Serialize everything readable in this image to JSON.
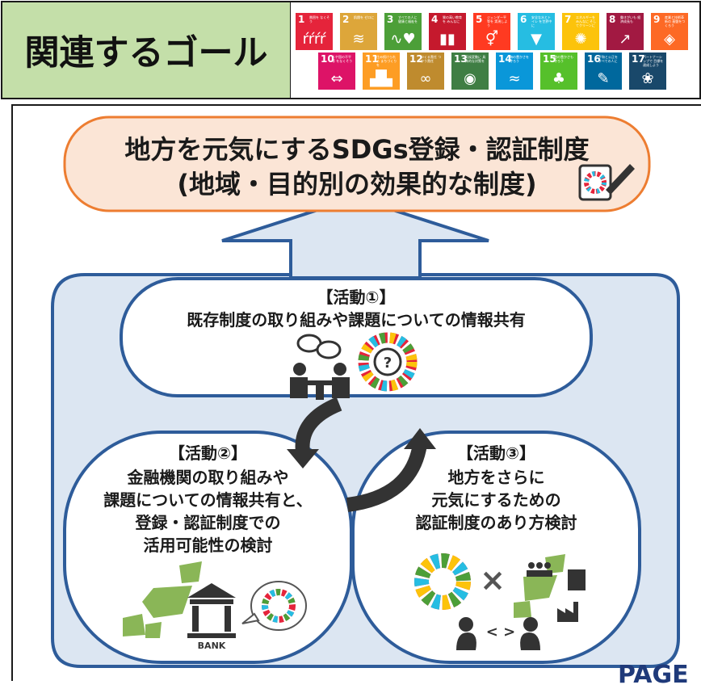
{
  "header": {
    "goal_label": "関連するゴール",
    "sdg_icons": [
      {
        "num": "1",
        "title": "貧困を なくそう",
        "color": "#e5243b",
        "glyph": "ŕŕŕŕ",
        "name": "sdg-1-icon"
      },
      {
        "num": "2",
        "title": "飢餓を ゼロに",
        "color": "#dda63a",
        "glyph": "≋",
        "name": "sdg-2-icon"
      },
      {
        "num": "3",
        "title": "すべての人に 健康と福祉を",
        "color": "#4c9f38",
        "glyph": "∿♥",
        "name": "sdg-3-icon"
      },
      {
        "num": "4",
        "title": "質の高い教育を みんなに",
        "color": "#c5192d",
        "glyph": "▮▮",
        "name": "sdg-4-icon"
      },
      {
        "num": "5",
        "title": "ジェンダー平等を 実現しよう",
        "color": "#ff3a21",
        "glyph": "⚥",
        "name": "sdg-5-icon"
      },
      {
        "num": "6",
        "title": "安全な水とトイレ を世界中に",
        "color": "#26bde2",
        "glyph": "▼",
        "name": "sdg-6-icon"
      },
      {
        "num": "7",
        "title": "エネルギーをみんなに そしてクリーンに",
        "color": "#fcc30b",
        "glyph": "✺",
        "name": "sdg-7-icon"
      },
      {
        "num": "8",
        "title": "働きがいも 経済成長も",
        "color": "#a21942",
        "glyph": "↗",
        "name": "sdg-8-icon"
      },
      {
        "num": "9",
        "title": "産業と技術革新の 基盤をつくろう",
        "color": "#fd6925",
        "glyph": "◈",
        "name": "sdg-9-icon"
      },
      {
        "num": "10",
        "title": "人や国の不平等 をなくそう",
        "color": "#dd1367",
        "glyph": "⇔",
        "name": "sdg-10-icon"
      },
      {
        "num": "11",
        "title": "住み続けられる まちづくりを",
        "color": "#fd9d24",
        "glyph": "▟▙",
        "name": "sdg-11-icon"
      },
      {
        "num": "12",
        "title": "つくる責任 つかう責任",
        "color": "#bf8b2e",
        "glyph": "∞",
        "name": "sdg-12-icon"
      },
      {
        "num": "13",
        "title": "気候変動に 具体的な対策を",
        "color": "#3f7e44",
        "glyph": "◉",
        "name": "sdg-13-icon"
      },
      {
        "num": "14",
        "title": "海の豊かさを 守ろう",
        "color": "#0a97d9",
        "glyph": "≈",
        "name": "sdg-14-icon"
      },
      {
        "num": "15",
        "title": "陸の豊かさも 守ろう",
        "color": "#56c02b",
        "glyph": "♣",
        "name": "sdg-15-icon"
      },
      {
        "num": "16",
        "title": "平和と公正を すべての人に",
        "color": "#00689d",
        "glyph": "✎",
        "name": "sdg-16-icon"
      },
      {
        "num": "17",
        "title": "パートナーシップで 目標を達成しよう",
        "color": "#19486a",
        "glyph": "❀",
        "name": "sdg-17-icon"
      }
    ]
  },
  "top_box": {
    "line1": "地方を元気にするSDGs登録・認証制度",
    "line2": "(地域・目的別の効果的な制度)"
  },
  "activity1": {
    "title": "【活動①】",
    "body": "既存制度の取り組みや課題についての情報共有"
  },
  "activity2": {
    "title": "【活動②】",
    "lines": [
      "金融機関の取り組みや",
      "課題についての情報共有と、",
      "登録・認証制度での",
      "活用可能性の検討"
    ],
    "bank_label": "BANK",
    "yen": "¥"
  },
  "activity3": {
    "title": "【活動③】",
    "lines": [
      "地方をさらに",
      "元気にするための",
      "認証制度のあり方検討"
    ],
    "times": "×",
    "arrows": "< >"
  },
  "footer": {
    "page_label": "PAGE"
  },
  "colors": {
    "frame_blue": "#2e5c9a",
    "top_fill": "#fbe5d6",
    "top_border": "#ed7d31",
    "panel_fill": "#dce6f2",
    "goal_bg": "#c4dfa9"
  }
}
